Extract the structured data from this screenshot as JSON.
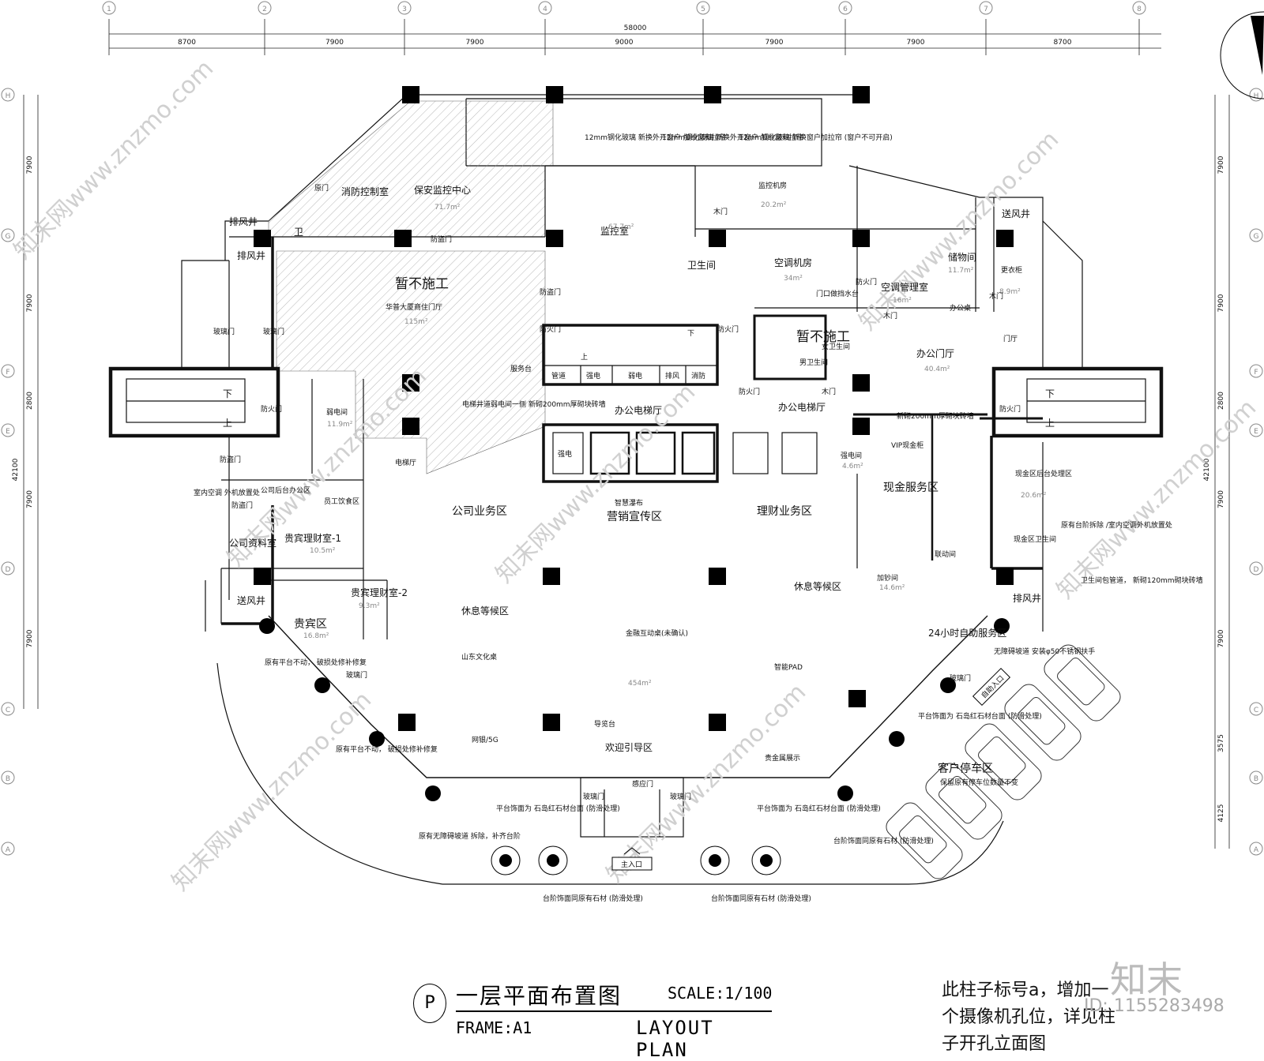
{
  "dimensions": {
    "total_width": "58000",
    "bays": [
      "8700",
      "7900",
      "7900",
      "9000",
      "7900",
      "7900",
      "8700"
    ],
    "total_depth": "42100",
    "left_rows": [
      "7900",
      "7900",
      "2800",
      "7900",
      "7900"
    ],
    "right_rows": [
      "7900",
      "7900",
      "2800",
      "7900",
      "7900",
      "3575",
      "4125"
    ]
  },
  "grid": {
    "columns": [
      "1",
      "2",
      "3",
      "4",
      "5",
      "6",
      "7",
      "8"
    ],
    "rows": [
      "H",
      "G",
      "F",
      "E",
      "D",
      "C",
      "B",
      "A"
    ]
  },
  "rooms": {
    "fire_control": "消防控制室",
    "security_center": "保安监控中心",
    "security_area": "71.7m²",
    "exhaust_shaft_1": "排风井",
    "exhaust_shaft_2": "排风井",
    "exhaust_shaft_3": "排风井",
    "supply_shaft_1": "送风井",
    "supply_shaft_2": "送风井",
    "wc_small": "卫",
    "not_built_1": "暂不施工",
    "huapu_hall": "华普大厦商住门厅",
    "huapu_area": "115m²",
    "not_built_2": "暂不施工",
    "monitor_room": "监控室",
    "monitor_area": "67.7m²",
    "monitor_machine": "监控机房",
    "monitor_machine_area": "20.2m²",
    "restroom": "卫生间",
    "hvac_room": "空调机房",
    "hvac_area": "34m²",
    "hvac_admin": "空调管理室",
    "hvac_admin_area": "16m²",
    "storage": "储物间",
    "storage_area": "11.7m²",
    "locker": "更衣柜",
    "locker_area": "8.9m²",
    "female_wc": "女卫生间",
    "male_wc": "男卫生间",
    "office_hall": "办公门厅",
    "office_hall_area": "40.4m²",
    "office_lift_1": "办公电梯厅",
    "office_lift_2": "办公电梯厅",
    "weak_room": "弱电间",
    "weak_area": "11.9m²",
    "strong_room": "强电间",
    "strong_area": "4.6m²",
    "lift_hall": "电梯厅",
    "company_backoffice": "公司后台办公区",
    "staff_dining": "员工饮食区",
    "company_archive": "公司资料室",
    "vip_wealth_1": "贵宾理财室-1",
    "vip_wealth_1_area": "10.5m²",
    "vip_wealth_2": "贵宾理财室-2",
    "vip_wealth_2_area": "9.3m²",
    "vip_zone": "贵宾区",
    "vip_zone_area": "16.8m²",
    "company_business": "公司业务区",
    "marketing": "营销宣传区",
    "wealth_business": "理财业务区",
    "cash_service": "现金服务区",
    "waiting_1": "休息等候区",
    "waiting_2": "休息等候区",
    "finance_table": "金融互动桌(未确认)",
    "culture_table": "山东文化桌",
    "smart_pad": "智能PAD",
    "guide_desk": "导览台",
    "welcome_zone": "欢迎引导区",
    "net_bank": "网银/5G",
    "gold_display": "贵金属展示",
    "self_service": "24小时自助服务区",
    "cash_back": "现金区后台处理区",
    "cash_back_area": "20.6m²",
    "cash_wc": "现金区卫生间",
    "banknote_room": "加钞间",
    "banknote_area": "14.6m²",
    "link_room": "联动间",
    "vip_cash": "VIP现金柜",
    "customer_parking": "客户停车区",
    "parking_note": "保留原有停车位数量不变",
    "main_entrance": "主入口",
    "auto_entrance": "自助入口",
    "hall_area": "454m²",
    "smart_waterfall": "智慧瀑布",
    "service_desk": "服务台",
    "office_desk": "办公桌"
  },
  "shafts": [
    "管道",
    "强电",
    "弱电",
    "排风",
    "消防"
  ],
  "lift_labels": [
    "强电"
  ],
  "doors": {
    "anti_theft": "防盗门",
    "fire_door": "防火门",
    "glass_door": "玻璃门",
    "wood_door": "木门",
    "gate": "门厅",
    "original_door": "原门"
  },
  "stairs": {
    "down": "下",
    "up": "上"
  },
  "notes": {
    "glass_1": "12mm钢化玻璃 新换外开窗户 加纱窗和拉帘",
    "glass_2": "12mm钢化玻璃 新换外开窗户 加纱窗和拉帘",
    "glass_3": "12mm钢化玻璃 新换窗户加拉帘 (窗户不可开启)",
    "new_wall_1": "新砌120mm厚砌块砖墙",
    "new_wall_2": "新砌200mm厚砌块砖墙",
    "lift_wall": "电梯井道弱电间一侧 新砌200mm厚砌块砖墙",
    "platform_1": "平台饰面为 石岛红石材台面 (防滑处理)",
    "platform_2": "平台饰面为 石岛红石材台面 (防滑处理)",
    "platform_3": "平台饰面为 石岛红石材台面 (防滑处理)",
    "step_1": "台阶饰面同原有石材 (防滑处理)",
    "step_2": "台阶饰面同原有石材 (防滑处理)",
    "step_3": "台阶饰面同原有石材 (防滑处理)",
    "ramp": "原有无障碍坡道 拆除，补齐台阶",
    "keep_platform_1": "原有平台不动， 破损处修补修复",
    "keep_platform_2": "原有平台不动， 破损处修补修复",
    "ac_outdoor": "室内空调 外机放置处",
    "wc_pipe": "卫生间包管道， 新砌120mm砌块砖墙",
    "step_remove": "原有台阶拆除 /室内空调外机放置处",
    "barrier_free": "无障碍坡道 安装φ50不锈钢扶手",
    "door_note": "门口做挡水台",
    "sensor_door": "感应门"
  },
  "title_block": {
    "symbol": "P",
    "title_cn": "一层平面布置图",
    "scale": "SCALE:1/100",
    "frame": "FRAME:A1",
    "title_en": "LAYOUT PLAN"
  },
  "side_note": "此柱子标号a，增加一个摄像机孔位，详见柱子开孔立面图",
  "watermarks": [
    "知末网www.znzmo.com"
  ],
  "brand": {
    "logo": "知末",
    "id": "ID: 1155283498"
  }
}
